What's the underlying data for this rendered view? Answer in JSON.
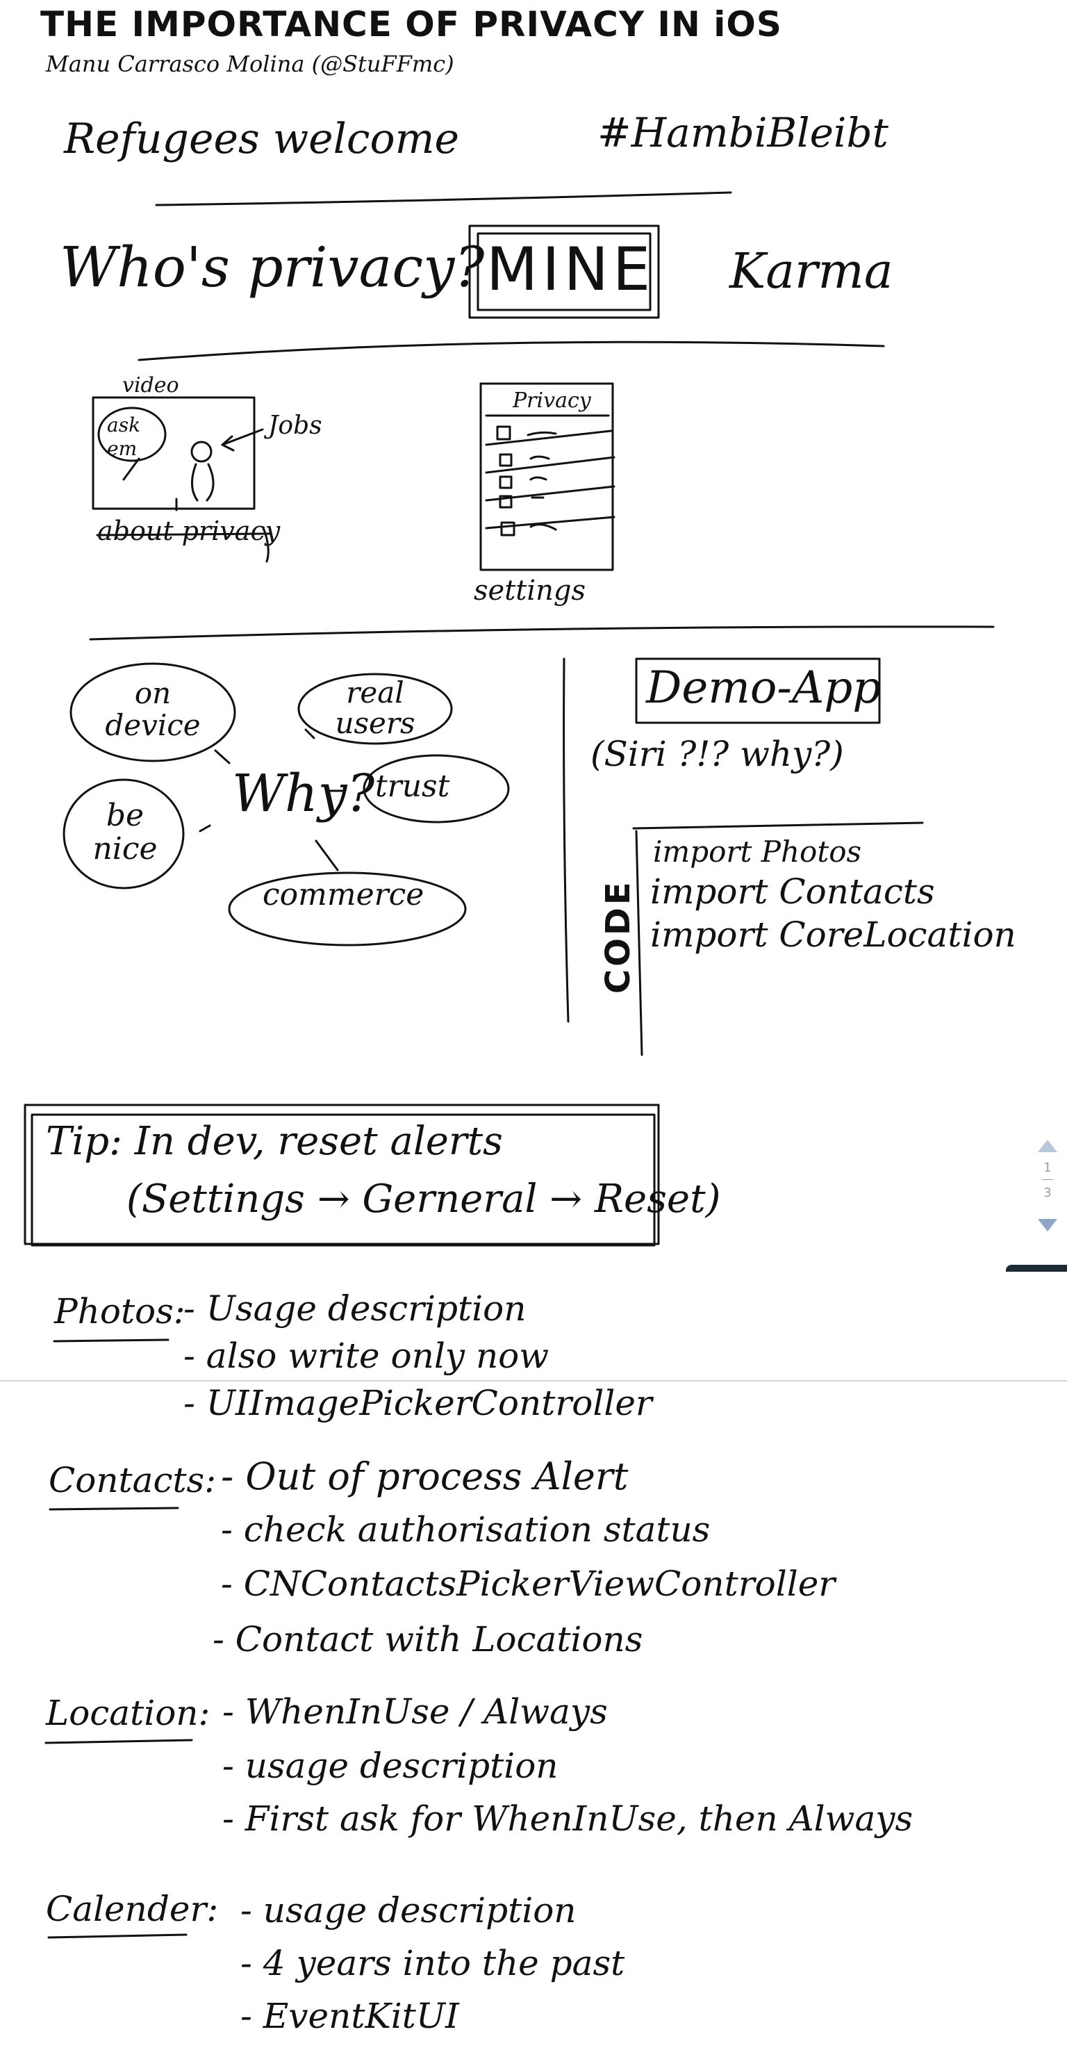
{
  "header": {
    "title": "THE IMPORTANCE OF PRIVACY IN iOS",
    "author": "Manu Carrasco Molina (@StuFFmc)"
  },
  "hashtags": {
    "left": "Refugees welcome",
    "right": "#HambiBleibt"
  },
  "whose": {
    "question": "Who's privacy?",
    "answer": "MINE",
    "aside": "Karma"
  },
  "video_sketch": {
    "label": "video",
    "bubble": "ask em",
    "pointer": "Jobs",
    "caption": "about privacy"
  },
  "settings_sketch": {
    "header": "Privacy",
    "caption": "settings"
  },
  "why_map": {
    "center": "Why?",
    "nodes": [
      "on device",
      "real users",
      "trust",
      "be nice",
      "commerce"
    ]
  },
  "demo": {
    "title": "Demo-App",
    "subtitle": "(Siri ?!? why?)"
  },
  "code": {
    "label": "CODE",
    "lines": [
      "import Photos",
      "import Contacts",
      "import CoreLocation"
    ]
  },
  "tip": {
    "line1": "Tip: In dev, reset alerts",
    "line2": "(Settings → Gerneral → Reset)"
  },
  "sections": [
    {
      "heading": "Photos:",
      "items": [
        "- Usage description",
        "- also write only now",
        "- UIImagePickerController"
      ]
    },
    {
      "heading": "Contacts:",
      "items": [
        "- Out of process Alert",
        "- check authorisation status",
        "- CNContactsPickerViewController",
        "- Contact with Locations"
      ]
    },
    {
      "heading": "Location:",
      "items": [
        "- WhenInUse / Always",
        "- usage description",
        "- First ask for WhenInUse, then Always"
      ]
    },
    {
      "heading": "Calender:",
      "items": [
        "- usage description",
        "- 4 years into the past",
        "- EventKitUI"
      ]
    }
  ],
  "pager": {
    "current": "1",
    "total": "3"
  }
}
